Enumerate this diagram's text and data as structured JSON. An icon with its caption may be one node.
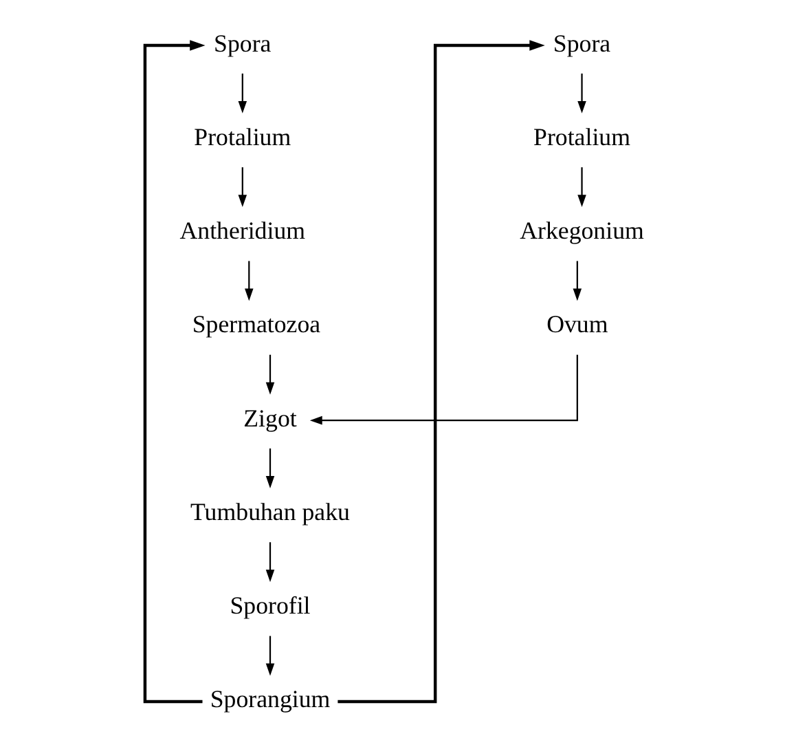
{
  "diagram": {
    "nodes": [
      {
        "text": [
          "Spora"
        ]
      },
      {
        "text": [
          "Spora"
        ]
      },
      {
        "text": [
          "Protalium"
        ]
      },
      {
        "text": [
          "Protalium"
        ]
      },
      {
        "text": [
          "Antheridium"
        ]
      },
      {
        "text": [
          "Arkegonium"
        ]
      },
      {
        "text": [
          "Spermatozoa"
        ]
      },
      {
        "text": [
          "Ovum"
        ]
      },
      {
        "text": [
          "Zigot"
        ]
      },
      {
        "text": [
          "Tumbuhan paku"
        ]
      },
      {
        "text": [
          "Sporofil"
        ]
      },
      {
        "text": [
          "Sporangium"
        ]
      }
    ],
    "edges": [
      {
        "from": 0,
        "to": 2,
        "arrow": "to"
      },
      {
        "from": 1,
        "to": 3,
        "arrow": "to"
      },
      {
        "from": 2,
        "to": 4,
        "arrow": "to"
      },
      {
        "from": 3,
        "to": 5,
        "arrow": "to"
      },
      {
        "from": 4,
        "to": 6,
        "arrow": "to"
      },
      {
        "from": 5,
        "to": 7,
        "arrow": "to"
      },
      {
        "from": 6,
        "to": 8,
        "arrow": "to"
      },
      {
        "from": 7,
        "to": 8,
        "arrow": "to"
      },
      {
        "from": 8,
        "to": 9,
        "arrow": "to"
      },
      {
        "from": 9,
        "to": 10,
        "arrow": "to"
      },
      {
        "from": 10,
        "to": 11,
        "arrow": "to"
      },
      {
        "from": 11,
        "to": 0,
        "arrow": "to"
      },
      {
        "from": 11,
        "to": 1,
        "arrow": "to"
      }
    ]
  }
}
